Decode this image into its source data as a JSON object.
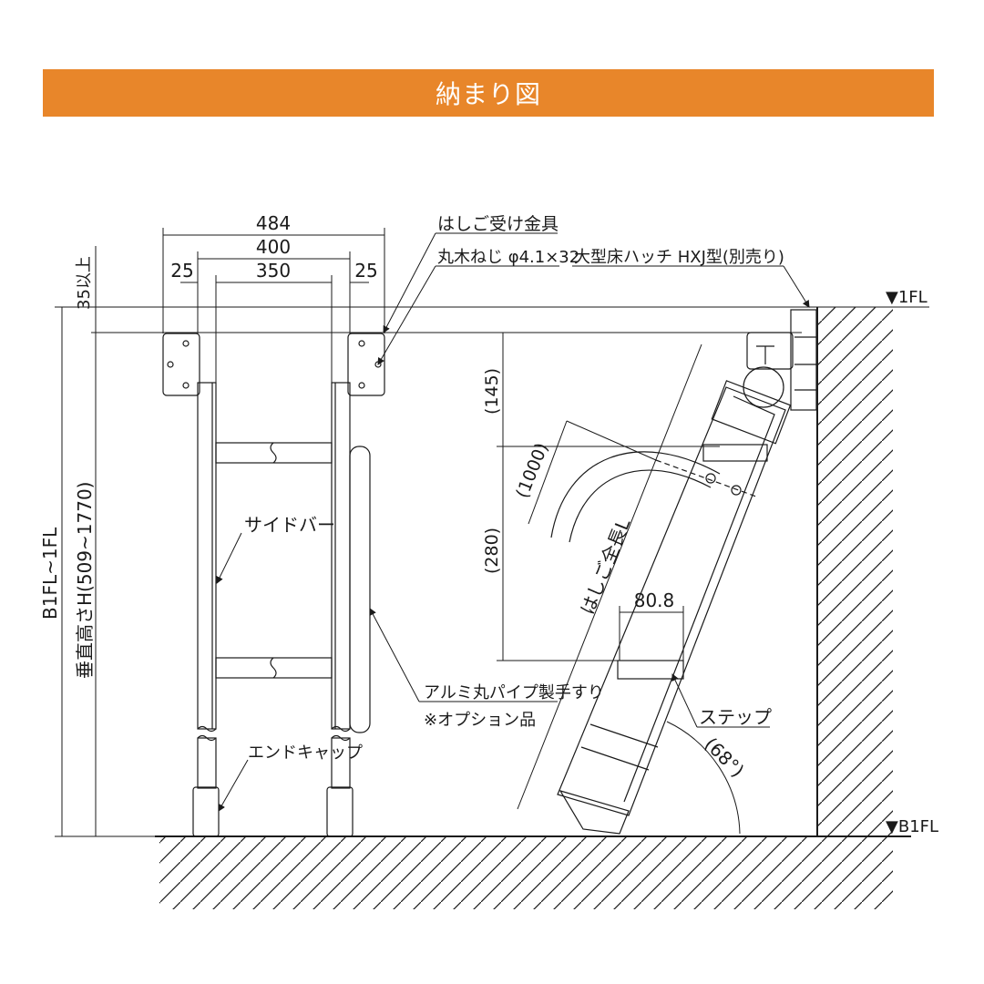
{
  "title": "納まり図",
  "labels": {
    "dim_484": "484",
    "dim_400": "400",
    "dim_25_left": "25",
    "dim_350": "350",
    "dim_25_right": "25",
    "dim_35": "35以上",
    "ladder_bracket": "はしご受け金具",
    "wood_screw": "丸木ねじ φ4.1×32",
    "hatch": "大型床ハッチ HXJ型(別売り)",
    "floor_1fl": "▼1FL",
    "floor_b1fl": "▼B1FL",
    "b1fl_1fl": "B1FL~1FL",
    "vertical_height": "垂直高さH(509~1770)",
    "side_bar": "サイドバー",
    "end_cap": "エンドキャップ",
    "handrail": "アルミ丸パイプ製手すり",
    "option": "※オプション品",
    "dim_145": "(145)",
    "dim_1000": "(1000)",
    "dim_280": "(280)",
    "total_length": "はしご全長L",
    "dim_80_8": "80.8",
    "step": "ステップ",
    "angle": "(68°)"
  },
  "colors": {
    "banner": "#e8862a",
    "line": "#1a1a1a"
  }
}
